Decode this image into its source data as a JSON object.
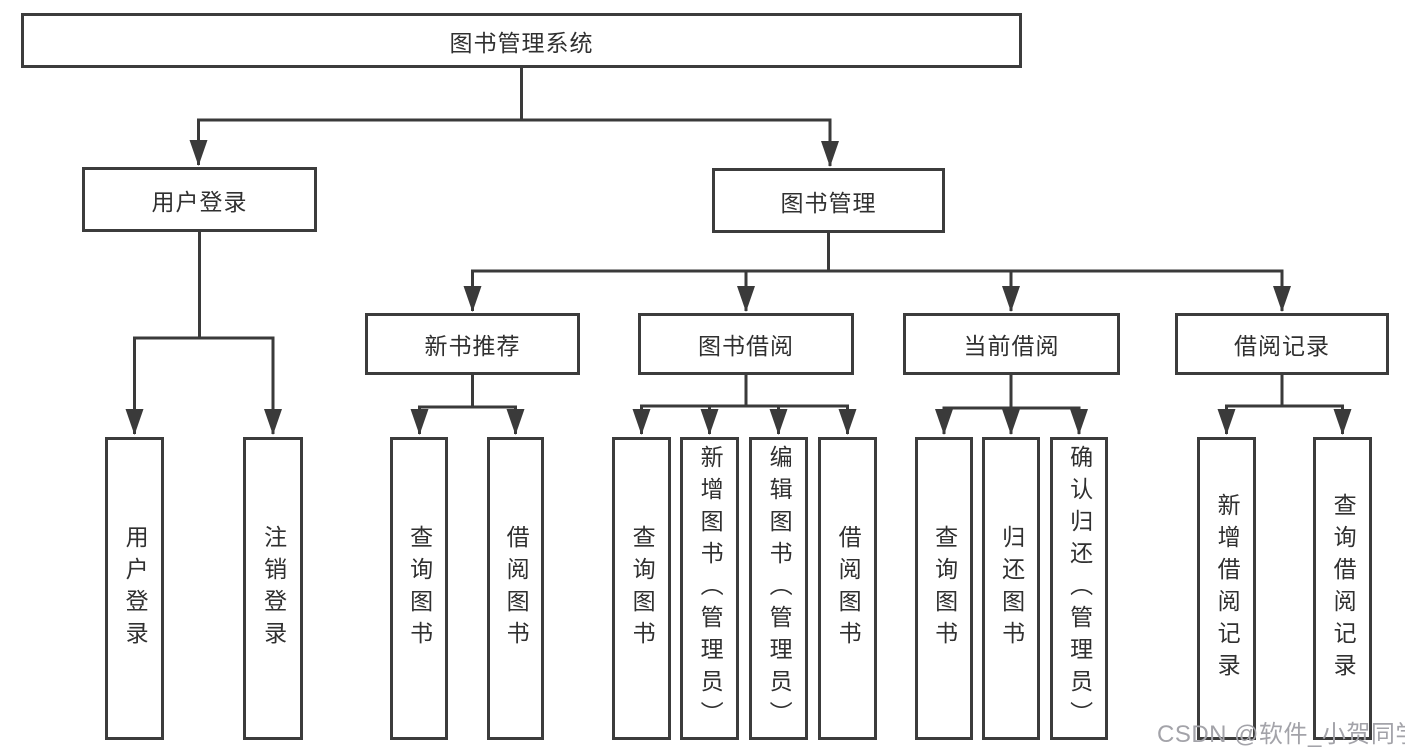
{
  "diagram": {
    "root": {
      "label": "图书管理系统"
    },
    "level2": [
      {
        "label": "用户登录",
        "children": [
          {
            "label": "用户登录"
          },
          {
            "label": "注销登录"
          }
        ]
      },
      {
        "label": "图书管理",
        "children": [
          {
            "label": "新书推荐",
            "children": [
              {
                "label": "查询图书"
              },
              {
                "label": "借阅图书"
              }
            ]
          },
          {
            "label": "图书借阅",
            "children": [
              {
                "label": "查询图书"
              },
              {
                "label": "新增图书（管理员）"
              },
              {
                "label": "编辑图书（管理员）"
              },
              {
                "label": "借阅图书"
              }
            ]
          },
          {
            "label": "当前借阅",
            "children": [
              {
                "label": "查询图书"
              },
              {
                "label": "归还图书"
              },
              {
                "label": "确认归还（管理员）"
              }
            ]
          },
          {
            "label": "借阅记录",
            "children": [
              {
                "label": "新增借阅记录"
              },
              {
                "label": "查询借阅记录"
              }
            ]
          }
        ]
      }
    ]
  },
  "watermark": {
    "text": "CSDN @软件_小贺同学"
  },
  "colors": {
    "line": "#3a3a3a",
    "border": "#3c3c3c",
    "text": "#303030",
    "watermark": "#a3a3a9",
    "background": "#ffffff"
  }
}
